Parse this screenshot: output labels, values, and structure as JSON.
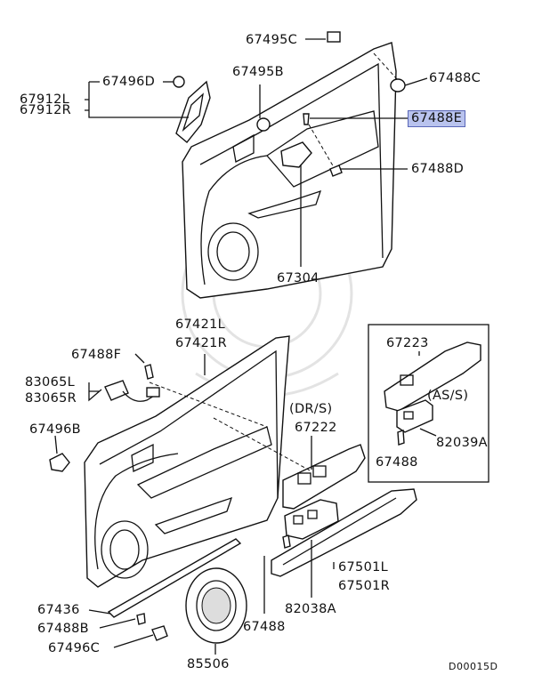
{
  "labels": {
    "p67495C": "67495C",
    "p67495B": "67495B",
    "p67488C": "67488C",
    "p67912L": "67912L",
    "p67912R": "67912R",
    "p67496D": "67496D",
    "p67488E": "67488E",
    "p67488D": "67488D",
    "p67304": "67304",
    "p67421L": "67421L",
    "p67421R": "67421R",
    "p67488F": "67488F",
    "p83065L": "83065L",
    "p83065R": "83065R",
    "p67496B": "67496B",
    "p67222": "67222",
    "dr_s": "(DR/S)",
    "p67223": "67223",
    "as_s": "(AS/S)",
    "p82039A": "82039A",
    "p67488_inset": "67488",
    "p67501L": "67501L",
    "p67501R": "67501R",
    "p82038A": "82038A",
    "p67488_bottom": "67488",
    "p67436": "67436",
    "p67488B": "67488B",
    "p67496C": "67496C",
    "p85506": "85506",
    "diagram_code": "D00015D"
  },
  "highlight": {
    "part": "67488E",
    "fill": "#b9c3ee",
    "border": "#5a67b8"
  }
}
